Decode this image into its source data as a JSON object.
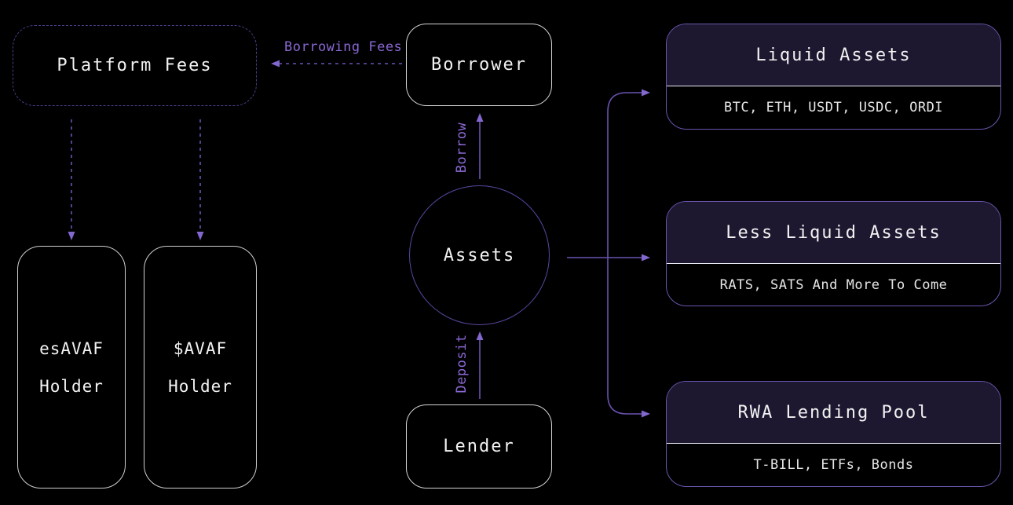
{
  "nodes": {
    "platform_fees": {
      "label": "Platform Fees"
    },
    "borrower": {
      "label": "Borrower"
    },
    "assets": {
      "label": "Assets"
    },
    "lender": {
      "label": "Lender"
    },
    "esavaf_holder": {
      "line1": "esAVAF",
      "line2": "Holder"
    },
    "avaf_holder": {
      "line1": "$AVAF",
      "line2": "Holder"
    },
    "liquid_assets": {
      "title": "Liquid Assets",
      "items": "BTC, ETH, USDT, USDC, ORDI"
    },
    "less_liquid_assets": {
      "title": "Less Liquid Assets",
      "items": "RATS, SATS And More To Come"
    },
    "rwa_lending_pool": {
      "title": "RWA Lending Pool",
      "items": "T-BILL, ETFs, Bonds"
    }
  },
  "edges": {
    "borrowing_fees": {
      "label": "Borrowing Fees"
    },
    "borrow": {
      "label": "Borrow"
    },
    "deposit": {
      "label": "Deposit"
    }
  },
  "colors": {
    "background": "#000000",
    "accent_purple_text": "#8a68d4",
    "line_purple": "#6a52b0",
    "arrowhead_purple": "#8267cf",
    "dashed_border_purple": "#4a3f8c",
    "circle_border_purple": "#5a46a0",
    "panel_border_purple": "#6b55ae",
    "panel_header_bg": "#1d1830",
    "divider_light": "#e9e9f2",
    "node_border_light": "#d4d4d4",
    "text_primary": "#f2f2f2"
  }
}
